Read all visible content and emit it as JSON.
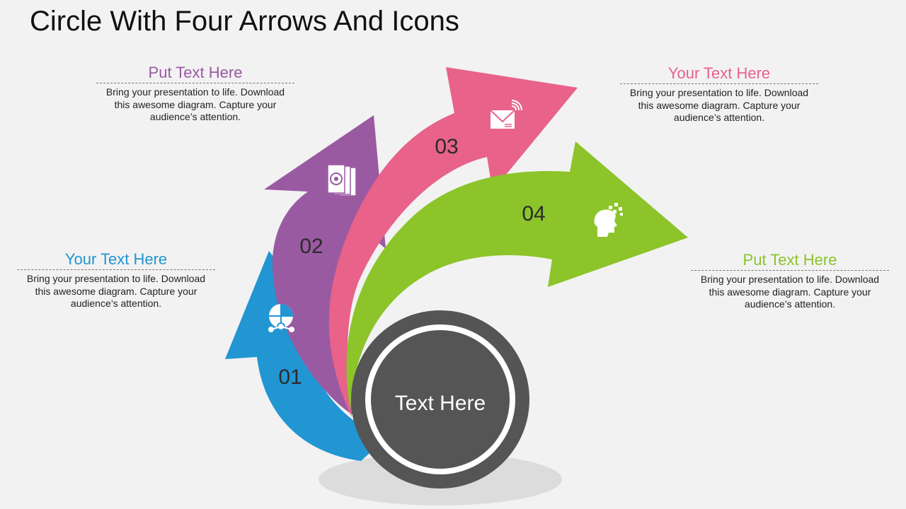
{
  "title": "Circle With Four Arrows And Icons",
  "center": {
    "label": "Text Here"
  },
  "steps": [
    {
      "number": "01",
      "color": "#2196d3",
      "icon": "pie-chart-network-icon"
    },
    {
      "number": "02",
      "color": "#9a5aa2",
      "icon": "document-target-icon"
    },
    {
      "number": "03",
      "color": "#e8628a",
      "icon": "email-signal-icon"
    },
    {
      "number": "04",
      "color": "#8cc42a",
      "icon": "head-pixels-icon"
    }
  ],
  "callouts": {
    "top_left": {
      "heading": "Put Text Here",
      "color": "#9a5aa2",
      "body": "Bring your presentation to life. Download this awesome diagram. Capture your audience’s attention."
    },
    "top_right": {
      "heading": "Your Text Here",
      "color": "#e8628a",
      "body": "Bring your presentation to life. Download this awesome diagram. Capture your audience’s attention."
    },
    "left": {
      "heading": "Your Text Here",
      "color": "#2196d3",
      "body": "Bring your presentation to life. Download this awesome diagram. Capture your audience’s attention."
    },
    "right": {
      "heading": "Put Text Here",
      "color": "#8cc42a",
      "body": "Bring your presentation to life. Download this awesome diagram. Capture your audience’s attention."
    }
  }
}
